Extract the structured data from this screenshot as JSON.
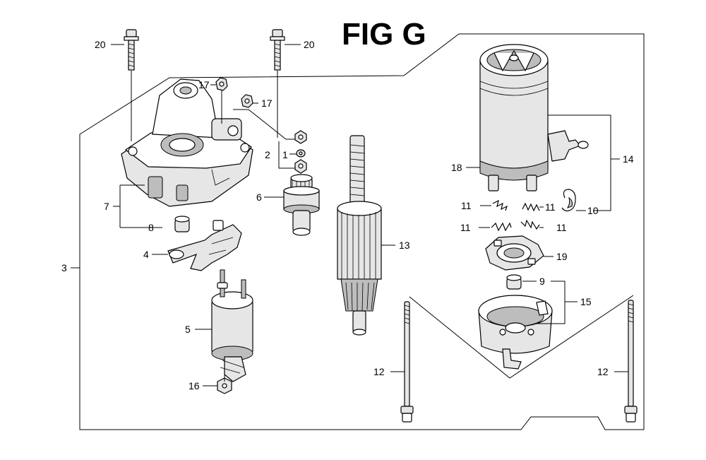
{
  "figure": {
    "title": "FIG G"
  },
  "callouts": {
    "c1": "1",
    "c2": "2",
    "c3": "3",
    "c4": "4",
    "c5": "5",
    "c6": "6",
    "c7": "7",
    "c8": "8",
    "c9": "9",
    "c10": "10",
    "c11a": "11",
    "c11b": "11",
    "c11c": "11",
    "c11d": "11",
    "c12a": "12",
    "c12b": "12",
    "c13": "13",
    "c14": "14",
    "c15": "15",
    "c16": "16",
    "c17a": "17",
    "c17b": "17",
    "c18": "18",
    "c19": "19",
    "c20a": "20",
    "c20b": "20"
  },
  "parts": [
    "bolt",
    "bolt",
    "nut",
    "washer",
    "nut",
    "bolt",
    "housing",
    "cap",
    "pinion-gear",
    "armature",
    "terminal-bracket",
    "solenoid",
    "nut",
    "yoke",
    "clip",
    "spring",
    "spring",
    "spring",
    "spring",
    "brush-holder",
    "bushing",
    "end-cover",
    "through-bolt",
    "through-bolt"
  ]
}
